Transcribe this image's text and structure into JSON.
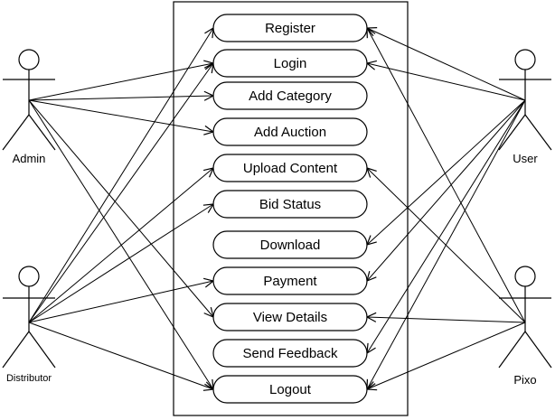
{
  "diagram": {
    "actors": {
      "admin": "Admin",
      "distributor": "Distributor",
      "user": "User",
      "pixo": "Pixo"
    },
    "use_cases": [
      "Register",
      "Login",
      "Add Category",
      "Add Auction",
      "Upload Content",
      "Bid Status",
      "Download",
      "Payment",
      "View Details",
      "Send Feedback",
      "Logout"
    ],
    "associations": [
      {
        "actor": "admin",
        "use_case": 1
      },
      {
        "actor": "admin",
        "use_case": 2
      },
      {
        "actor": "admin",
        "use_case": 3
      },
      {
        "actor": "admin",
        "use_case": 8
      },
      {
        "actor": "admin",
        "use_case": 10
      },
      {
        "actor": "distributor",
        "use_case": 0
      },
      {
        "actor": "distributor",
        "use_case": 1
      },
      {
        "actor": "distributor",
        "use_case": 4
      },
      {
        "actor": "distributor",
        "use_case": 5
      },
      {
        "actor": "distributor",
        "use_case": 7
      },
      {
        "actor": "distributor",
        "use_case": 10
      },
      {
        "actor": "user",
        "use_case": 0
      },
      {
        "actor": "user",
        "use_case": 1
      },
      {
        "actor": "user",
        "use_case": 6
      },
      {
        "actor": "user",
        "use_case": 7
      },
      {
        "actor": "user",
        "use_case": 9
      },
      {
        "actor": "user",
        "use_case": 10
      },
      {
        "actor": "pixo",
        "use_case": 0
      },
      {
        "actor": "pixo",
        "use_case": 4
      },
      {
        "actor": "pixo",
        "use_case": 8
      },
      {
        "actor": "pixo",
        "use_case": 10
      }
    ]
  }
}
